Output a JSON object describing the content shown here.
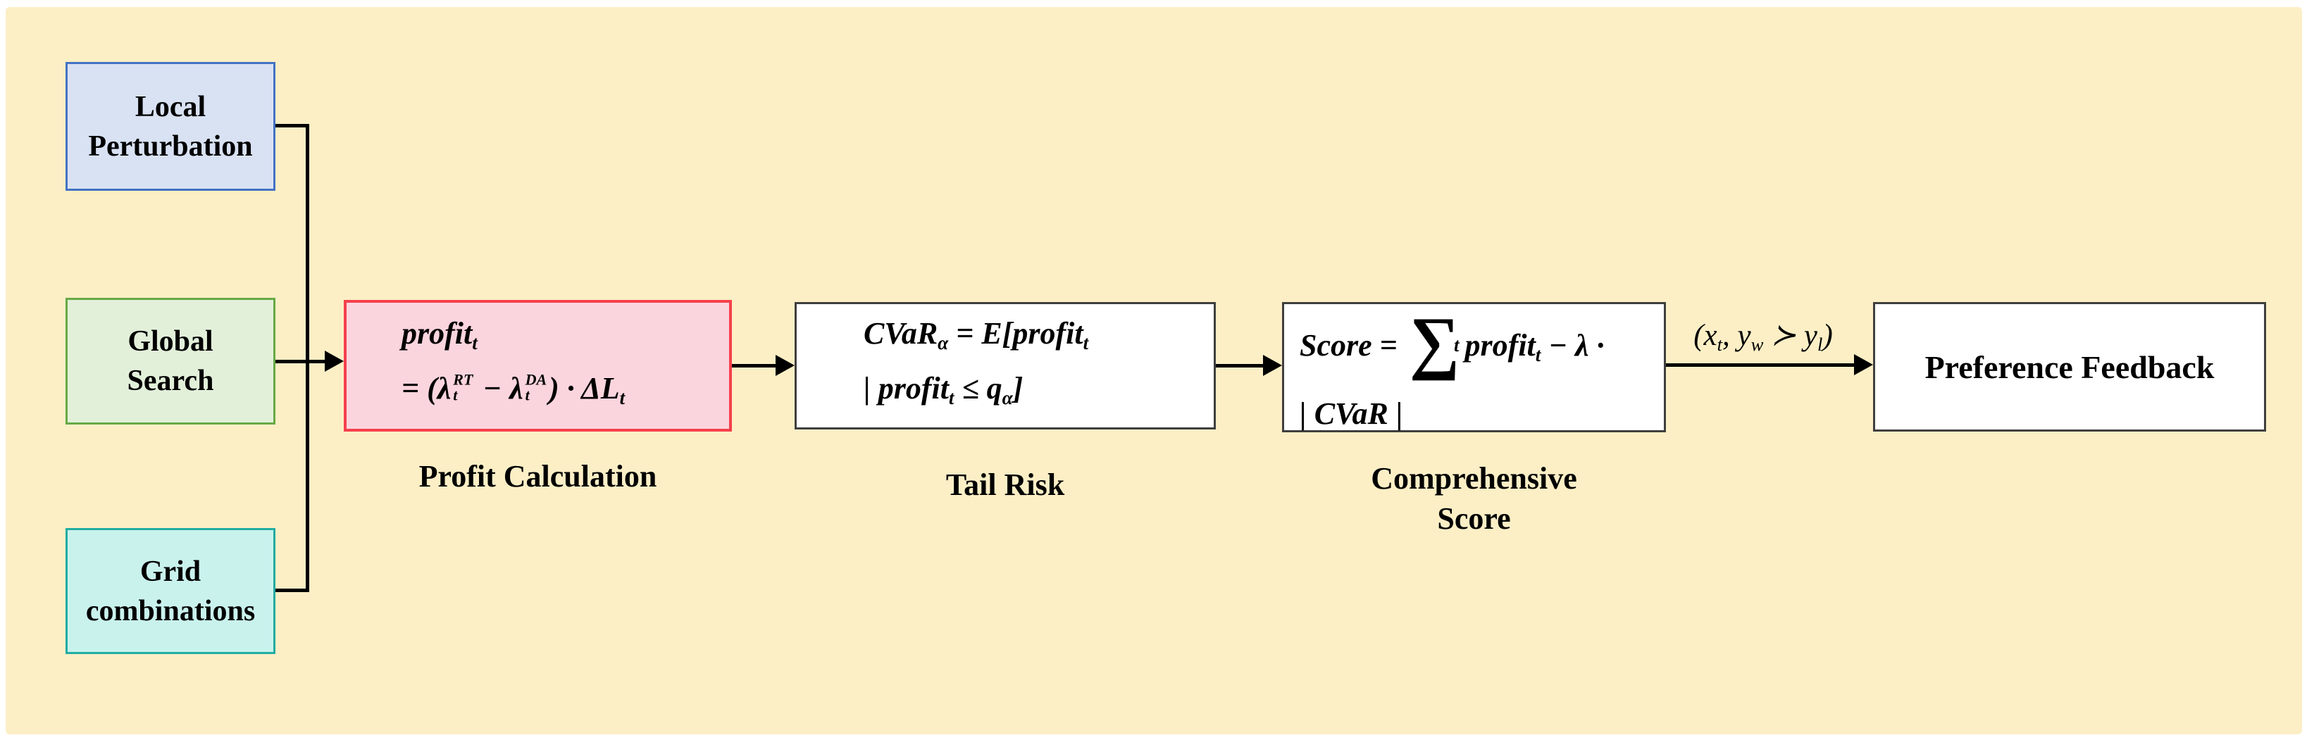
{
  "panel": {
    "bg": "#FCEFC6"
  },
  "line_color": "#000000",
  "sources": [
    {
      "name": "local-perturbation",
      "label_lines": [
        "Local",
        "Perturbation"
      ],
      "fill": "#D9E2F3",
      "border": "#4472C4"
    },
    {
      "name": "global-search",
      "label_lines": [
        "Global",
        "Search"
      ],
      "fill": "#E2F0DA",
      "border": "#67A945"
    },
    {
      "name": "grid-combinations",
      "label_lines": [
        "Grid",
        "combinations"
      ],
      "fill": "#C9F2ED",
      "border": "#21ACA2"
    }
  ],
  "profit": {
    "caption": "Profit Calculation",
    "fill": "#FBD5DE",
    "border": "#F5404C",
    "formula_lines": [
      [
        {
          "t": "profit"
        },
        {
          "sub": "t"
        }
      ],
      [
        {
          "t": "= ("
        },
        {
          "stack": {
            "base": "λ",
            "sup": "RT",
            "sub": "t"
          }
        },
        {
          "t": " − "
        },
        {
          "stack": {
            "base": "λ",
            "sup": "DA",
            "sub": "t"
          }
        },
        {
          "t": ") · ΔL"
        },
        {
          "sub": "t"
        }
      ]
    ]
  },
  "tail": {
    "caption": "Tail Risk",
    "fill": "#FFFFFF",
    "border": "#3F3F3F",
    "formula_lines": [
      [
        {
          "t": "CVaR"
        },
        {
          "sub": "α"
        },
        {
          "t": " = E[profit"
        },
        {
          "sub": "t"
        }
      ],
      [
        {
          "t": "| profit"
        },
        {
          "sub": "t"
        },
        {
          "t": " ≤ q"
        },
        {
          "sub": "α"
        },
        {
          "t": "]"
        }
      ]
    ]
  },
  "score": {
    "caption_lines": [
      "Comprehensive",
      "Score"
    ],
    "fill": "#FFFFFF",
    "border": "#3F3F3F",
    "formula_lines": [
      [
        {
          "t": "Score = "
        },
        {
          "sum": {
            "sub": "t"
          }
        },
        {
          "t": "profit"
        },
        {
          "sub": "t"
        },
        {
          "t": " − λ ·"
        }
      ],
      [
        {
          "t": "| CVaR |"
        }
      ]
    ]
  },
  "feedback": {
    "label": "Preference Feedback",
    "fill": "#FFFFFF",
    "border": "#3F3F3F"
  },
  "pair_label": [
    {
      "t": "(x"
    },
    {
      "sub": "t"
    },
    {
      "t": ", y"
    },
    {
      "sub": "w"
    },
    {
      "t": " ≻ y"
    },
    {
      "sub": "l"
    },
    {
      "t": ")"
    }
  ]
}
